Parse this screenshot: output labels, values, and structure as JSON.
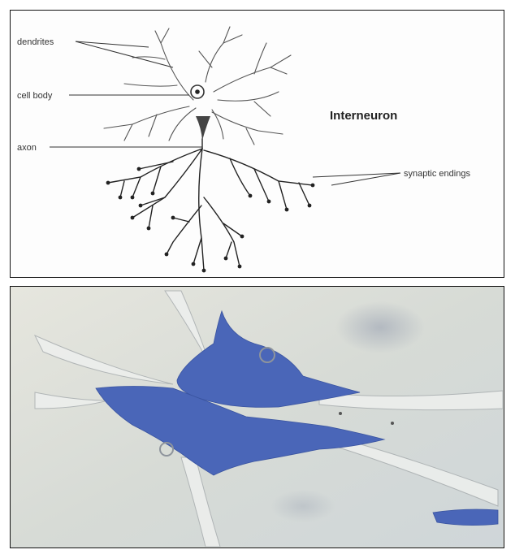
{
  "diagram": {
    "title": "Interneuron",
    "labels": {
      "dendrites": "dendrites",
      "cell_body": "cell body",
      "axon": "axon",
      "synaptic_endings": "synaptic endings"
    }
  },
  "colors": {
    "line": "#333333",
    "stain": "#4a66b8",
    "photo_background": "#d8dcd8"
  }
}
